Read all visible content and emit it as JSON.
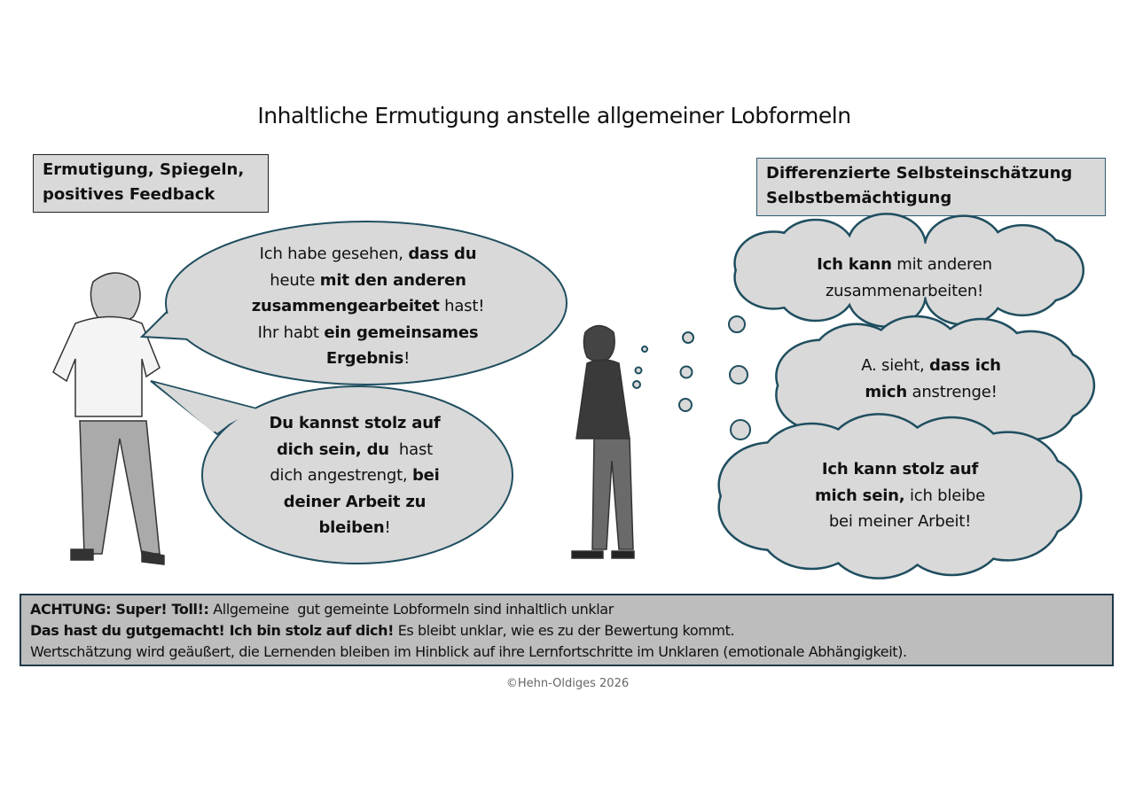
{
  "title": "Inhaltliche Ermutigung anstelle allgemeiner Lobformeln",
  "left_label": [
    "Ermutigung, Spiegeln,",
    "positives Feedback"
  ],
  "right_label": [
    "Differenzierte Selbsteinschätzung",
    "Selbstbemächtigung"
  ],
  "speech_bubbles": [
    {
      "lines": [
        [
          {
            "t": "Ich habe gesehen, ",
            "b": false
          },
          {
            "t": "dass du",
            "b": true
          }
        ],
        [
          {
            "t": "heute ",
            "b": false
          },
          {
            "t": "mit den anderen",
            "b": true
          }
        ],
        [
          {
            "t": "zusammengearbeitet",
            "b": true
          },
          {
            "t": " hast!",
            "b": false
          }
        ],
        [
          {
            "t": "Ihr habt ",
            "b": false
          },
          {
            "t": "ein gemeinsames",
            "b": true
          }
        ],
        [
          {
            "t": "Ergebnis",
            "b": true
          },
          {
            "t": "!",
            "b": false
          }
        ]
      ]
    },
    {
      "lines": [
        [
          {
            "t": "Du kannst stolz auf",
            "b": true
          }
        ],
        [
          {
            "t": "dich sein, du",
            "b": true
          },
          {
            "t": "  hast",
            "b": false
          }
        ],
        [
          {
            "t": "dich angestrengt, ",
            "b": false
          },
          {
            "t": "bei",
            "b": true
          }
        ],
        [
          {
            "t": "deiner Arbeit zu",
            "b": true
          }
        ],
        [
          {
            "t": "bleiben",
            "b": true
          },
          {
            "t": "!",
            "b": false
          }
        ]
      ]
    }
  ],
  "thought_clouds": [
    {
      "lines": [
        [
          {
            "t": "Ich kann",
            "b": true
          },
          {
            "t": " mit anderen",
            "b": false
          }
        ],
        [
          {
            "t": "zusammenarbeiten!",
            "b": false
          }
        ]
      ]
    },
    {
      "lines": [
        [
          {
            "t": "A. sieht, ",
            "b": false
          },
          {
            "t": "dass ich",
            "b": true
          }
        ],
        [
          {
            "t": "mich",
            "b": true
          },
          {
            "t": " anstrenge!",
            "b": false
          }
        ]
      ]
    },
    {
      "lines": [
        [
          {
            "t": "Ich kann stolz auf",
            "b": true
          }
        ],
        [
          {
            "t": "mich sein,",
            "b": true
          },
          {
            "t": " ich bleibe",
            "b": false
          }
        ],
        [
          {
            "t": "bei meiner Arbeit!",
            "b": false
          }
        ]
      ]
    }
  ],
  "warning": [
    [
      {
        "t": "ACHTUNG: Super! Toll!:",
        "b": true
      },
      {
        "t": " Allgemeine  gut gemeinte Lobformeln sind inhaltlich unklar",
        "b": false
      }
    ],
    [
      {
        "t": "Das hast du gutgemacht! Ich bin stolz auf dich!",
        "b": true
      },
      {
        "t": " Es bleibt unklar, wie es zu der Bewertung kommt.",
        "b": false
      }
    ],
    [
      {
        "t": "Wertschätzung wird geäußert, die Lernenden bleiben im Hinblick auf ihre Lernfortschritte im Unklaren (emotionale Abhängigkeit).",
        "b": false
      }
    ]
  ],
  "copyright": "©Hehn-Oldiges 2026",
  "colors": {
    "outline": "#1f4e5f",
    "bubble_fill": "#d9d9d9",
    "warning_fill": "#bdbdbd"
  }
}
